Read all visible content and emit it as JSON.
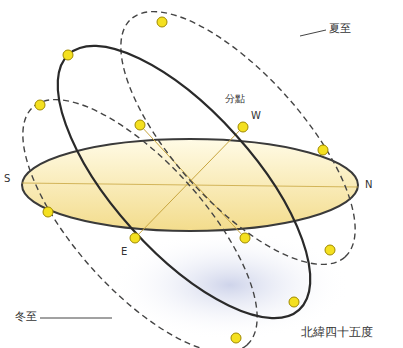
{
  "diagram": {
    "labels": [
      "夏至",
      "分點",
      "W",
      "S",
      "N",
      "E",
      "冬至",
      "北緯四十五度"
    ]
  }
}
